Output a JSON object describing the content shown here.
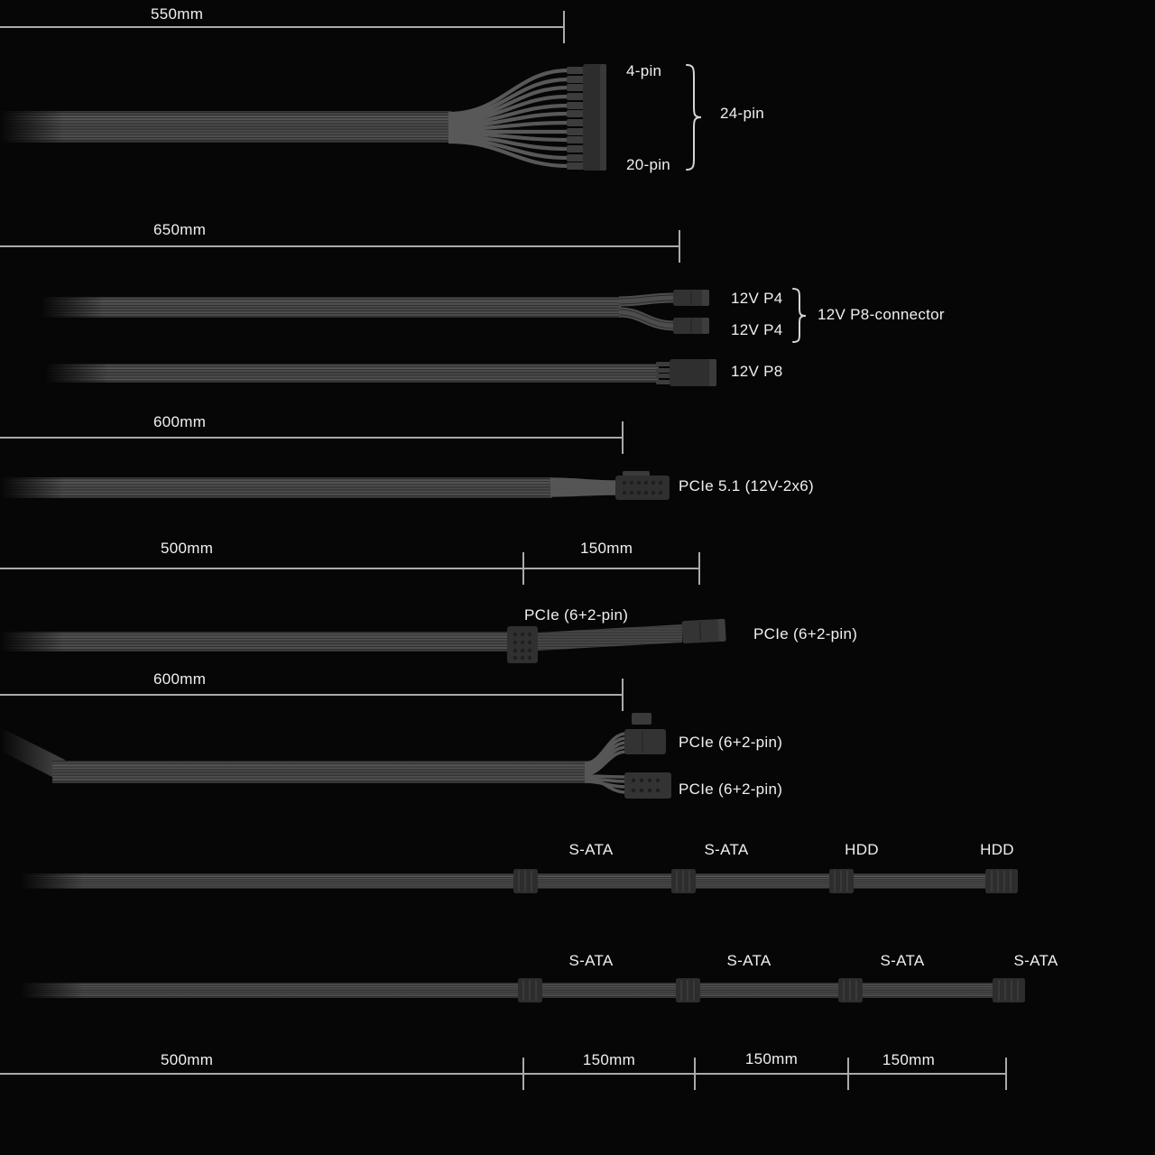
{
  "colors": {
    "background": "#060606",
    "text": "#f0f0f0",
    "measure_line": "#aaaaaa",
    "cable": "#4a4a4a",
    "connector": "#2f2f2f",
    "brace": "#d5d5d5"
  },
  "atx": {
    "length": "550mm",
    "label_4pin": "4-pin",
    "label_24pin": "24-pin",
    "label_20pin": "20-pin"
  },
  "cpu": {
    "length": "650mm",
    "p4_top": "12V P4",
    "p4_bottom": "12V P4",
    "p8_group": "12V P8-connector",
    "p8": "12V P8"
  },
  "pcie51": {
    "length": "600mm",
    "label": "PCIe 5.1 (12V-2x6)"
  },
  "pcie_daisy": {
    "length_main": "500mm",
    "length_ext": "150mm",
    "mid": "PCIe (6+2-pin)",
    "end": "PCIe (6+2-pin)"
  },
  "pcie_dual": {
    "length": "600mm",
    "top": "PCIe (6+2-pin)",
    "bottom": "PCIe (6+2-pin)"
  },
  "sata_hdd": {
    "labels": [
      "S-ATA",
      "S-ATA",
      "HDD",
      "HDD"
    ]
  },
  "sata4": {
    "labels": [
      "S-ATA",
      "S-ATA",
      "S-ATA",
      "S-ATA"
    ]
  },
  "bottom": {
    "seg_500": "500mm",
    "seg_150_1": "150mm",
    "seg_150_2": "150mm",
    "seg_150_3": "150mm"
  }
}
